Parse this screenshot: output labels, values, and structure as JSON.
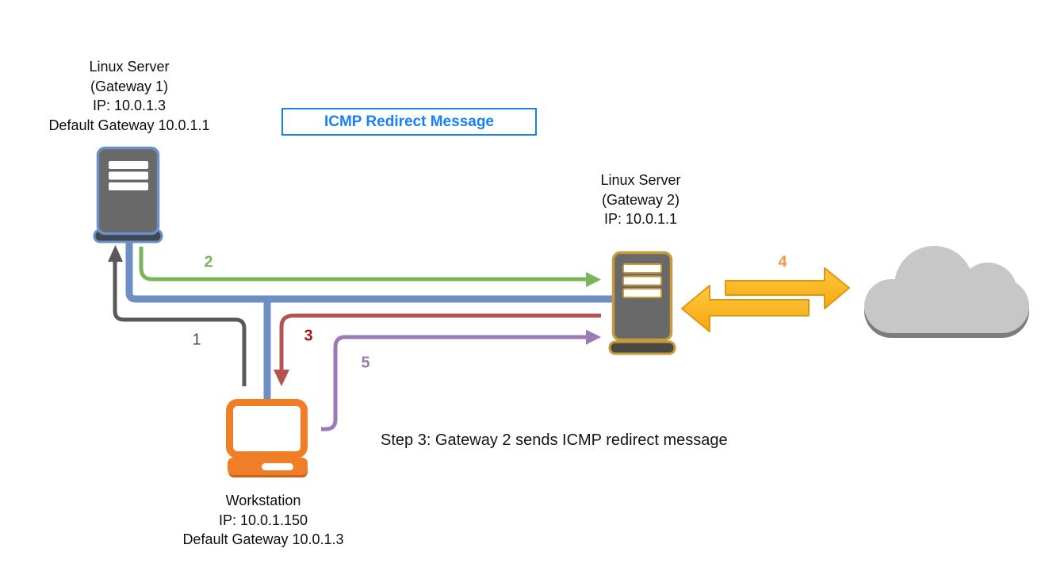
{
  "background": "#ffffff",
  "title_box": {
    "label": "ICMP Redirect Message",
    "text_color": "#1780FB",
    "border_color": "#1780FB"
  },
  "nodes": {
    "gateway1": {
      "title": "Linux Server",
      "subtitle": "(Gateway 1)",
      "ip": "IP: 10.0.1.3",
      "gateway": "Default Gateway 10.0.1.1",
      "icon": "server-icon",
      "icon_accent": "#6E8FC5"
    },
    "gateway2": {
      "title": "Linux Server",
      "subtitle": "(Gateway 2)",
      "ip": "IP: 10.0.1.1",
      "icon": "server-icon",
      "icon_accent": "#C79A3B"
    },
    "workstation": {
      "title": "Workstation",
      "ip": "IP: 10.0.1.150",
      "gateway": "Default Gateway 10.0.1.3",
      "icon": "laptop-icon",
      "icon_accent": "#F07E26"
    },
    "internet": {
      "icon": "cloud-icon",
      "color": "#C7C7C7"
    }
  },
  "flow_labels": [
    {
      "text": "1",
      "color": "#4A4A4A"
    },
    {
      "text": "2",
      "color": "#7CB45C"
    },
    {
      "text": "3",
      "color": "#9C1A1A"
    },
    {
      "text": "4",
      "color": "#F79646"
    },
    {
      "text": "5",
      "color": "#9B7BB5"
    }
  ],
  "caption": "Step 3: Gateway 2 sends ICMP redirect message",
  "link_colors": {
    "backbone": "#6E8FC5",
    "step1": "#595959",
    "step2": "#7CB45C",
    "step3": "#B45352",
    "step4_gold": "#F5A80E",
    "step5": "#9B7BB5"
  }
}
